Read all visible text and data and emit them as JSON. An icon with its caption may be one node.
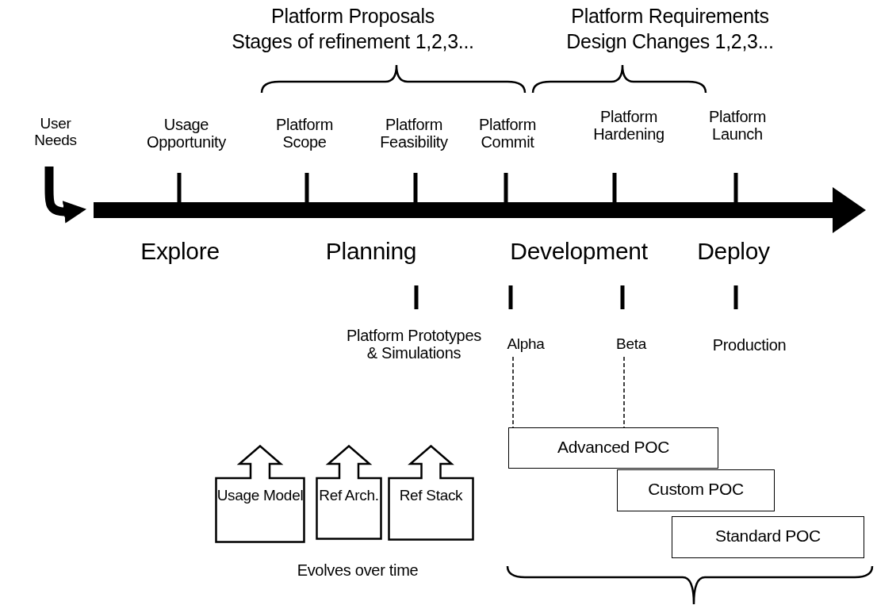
{
  "diagram": {
    "nodes": [
      {
        "text": [
          "User Needs"
        ]
      },
      {
        "text": [
          "Usage Model"
        ]
      },
      {
        "text": [
          "Ref Arch."
        ]
      },
      {
        "text": [
          "Ref Stack"
        ]
      },
      {
        "text": [
          "Alpha"
        ]
      },
      {
        "text": [
          "Beta"
        ]
      },
      {
        "text": [
          "Advanced POC"
        ]
      },
      {
        "text": [
          "Custom POC"
        ]
      },
      {
        "text": [
          "Standard POC"
        ]
      }
    ],
    "edges": [
      {
        "from": 0,
        "to": null,
        "arrow": "to",
        "style": "thick"
      },
      {
        "from": 4,
        "to": 6,
        "arrow": "none",
        "style": "dashed"
      },
      {
        "from": 5,
        "to": 6,
        "arrow": "none",
        "style": "dashed"
      }
    ],
    "labels": [
      "Platform Proposals",
      "Stages of refinement 1,2,3...",
      "Platform Requirements",
      "Design Changes 1,2,3...",
      "Usage Opportunity",
      "Platform Scope",
      "Platform Feasibility",
      "Platform Commit",
      "Platform Hardening",
      "Platform Launch",
      "Explore",
      "Planning",
      "Development",
      "Deploy",
      "Platform Prototypes & Simulations",
      "Production",
      "Evolves over time"
    ]
  }
}
